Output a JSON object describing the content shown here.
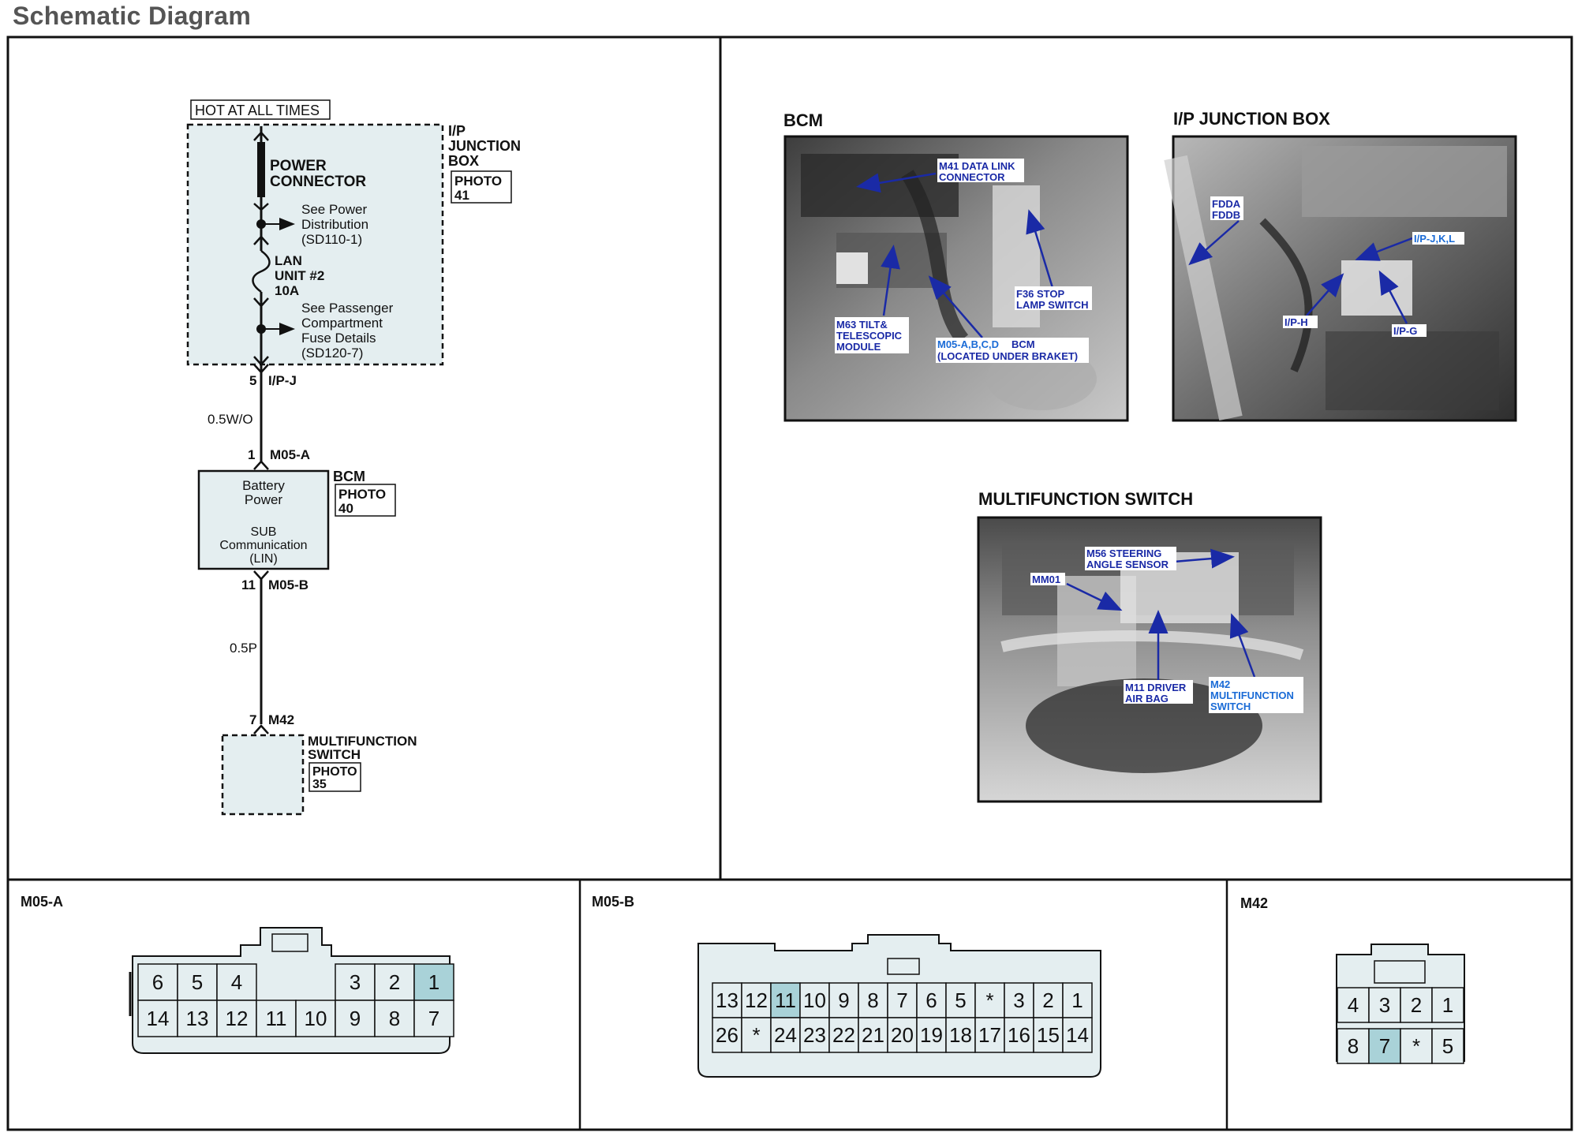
{
  "page_title": "Schematic Diagram",
  "schematic": {
    "hot_label": "HOT AT ALL TIMES",
    "junction_box": {
      "name_lines": [
        "I/P",
        "JUNCTION",
        "BOX"
      ],
      "photo_lines": [
        "PHOTO",
        "41"
      ],
      "power_connector_lines": [
        "POWER",
        "CONNECTOR"
      ],
      "see_power_lines": [
        "See Power",
        "Distribution",
        "(SD110-1)"
      ],
      "fuse_lines": [
        "LAN",
        "UNIT #2",
        "10A"
      ],
      "see_passenger_lines": [
        "See Passenger",
        "Compartment",
        "Fuse Details",
        "(SD120-7)"
      ]
    },
    "ipj_pin": "5",
    "ipj_conn": "I/P-J",
    "wire1": "0.5W/O",
    "m05a_pin": "1",
    "m05a_conn": "M05-A",
    "bcm": {
      "name": "BCM",
      "photo_lines": [
        "PHOTO",
        "40"
      ],
      "battery_lines": [
        "Battery",
        "Power"
      ],
      "sub_lines": [
        "SUB",
        "Communication",
        "(LIN)"
      ]
    },
    "m05b_pin": "11",
    "m05b_conn": "M05-B",
    "wire2": "0.5P",
    "m42_pin": "7",
    "m42_conn": "M42",
    "mfs": {
      "name_lines": [
        "MULTIFUNCTION",
        "SWITCH"
      ],
      "photo_lines": [
        "PHOTO",
        "35"
      ]
    }
  },
  "photos": {
    "bcm": {
      "title": "BCM",
      "labels": {
        "m41": [
          "M41 DATA LINK",
          "CONNECTOR"
        ],
        "f36": [
          "F36 STOP",
          "LAMP SWITCH"
        ],
        "m63": [
          "M63 TILT&",
          "TELESCOPIC",
          "MODULE"
        ],
        "m05_a": "M05-A,B,C,D",
        "m05_b": "BCM",
        "m05_c": "(LOCATED UNDER BRAKET)"
      }
    },
    "ipjb": {
      "title": "I/P JUNCTION BOX",
      "labels": {
        "fdda": [
          "FDDA",
          "FDDB"
        ],
        "ipjkl": "I/P-J,K,L",
        "iph": "I/P-H",
        "ipg": "I/P-G"
      }
    },
    "mfs": {
      "title": "MULTIFUNCTION SWITCH",
      "labels": {
        "m56": [
          "M56 STEERING",
          "ANGLE SENSOR"
        ],
        "mm01": "MM01",
        "m11": [
          "M11 DRIVER",
          "AIR BAG"
        ],
        "m42": [
          "M42",
          "MULTIFUNCTION",
          "SWITCH"
        ]
      }
    }
  },
  "connectors": {
    "m05a": {
      "name": "M05-A",
      "row1": [
        "6",
        "5",
        "4",
        "3",
        "2",
        "1"
      ],
      "row2": [
        "14",
        "13",
        "12",
        "11",
        "10",
        "9",
        "8",
        "7"
      ],
      "highlight": "1"
    },
    "m05b": {
      "name": "M05-B",
      "row1": [
        "13",
        "12",
        "11",
        "10",
        "9",
        "8",
        "7",
        "6",
        "5",
        "*",
        "3",
        "2",
        "1"
      ],
      "row2": [
        "26",
        "*",
        "24",
        "23",
        "22",
        "21",
        "20",
        "19",
        "18",
        "17",
        "16",
        "15",
        "14"
      ],
      "highlight": "11"
    },
    "m42": {
      "name": "M42",
      "row1": [
        "4",
        "3",
        "2",
        "1"
      ],
      "row2": [
        "8",
        "7",
        "*",
        "5"
      ],
      "highlight": "7"
    }
  },
  "colors": {
    "box_fill": "#e4eef0",
    "pin_highlight": "#a9d2d8",
    "label_blue": "#1a2aa6",
    "label_lightblue": "#1a6bd6"
  }
}
